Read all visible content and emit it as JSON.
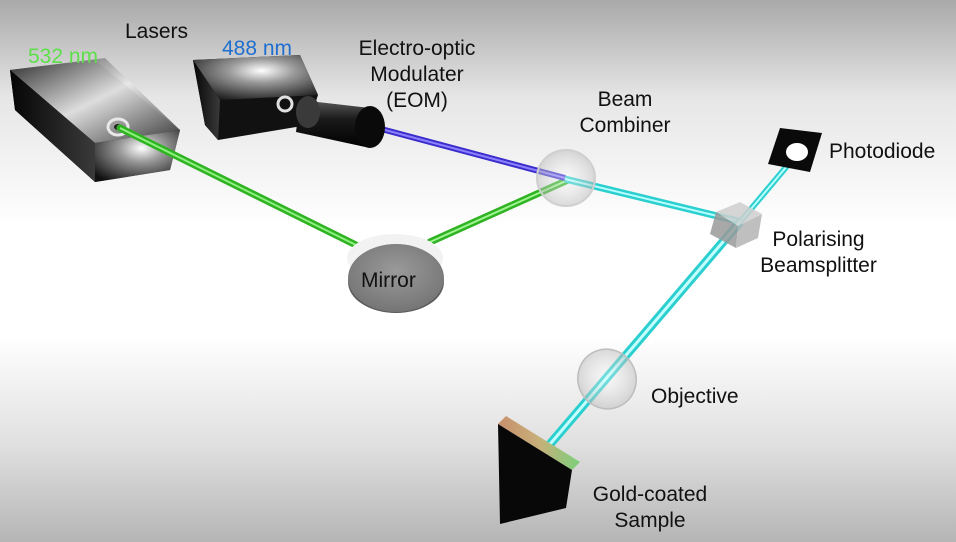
{
  "labels": {
    "lasers": "Lasers",
    "wavelength_green": "532 nm",
    "wavelength_blue": "488 nm",
    "eom": [
      "Electro-optic",
      "Modulater",
      "(EOM)"
    ],
    "beam_combiner": [
      "Beam",
      "Combiner"
    ],
    "photodiode": "Photodiode",
    "polarising_beamsplitter": [
      "Polarising",
      "Beamsplitter"
    ],
    "mirror": "Mirror",
    "objective": "Objective",
    "sample": [
      "Gold-coated",
      "Sample"
    ]
  },
  "colors": {
    "green_beam": "#3ccf2e",
    "green_text": "#5de04a",
    "blue_beam": "#4a3ad8",
    "blue_text": "#1e6fd0",
    "cyan_beam": "#3fe0e0"
  }
}
